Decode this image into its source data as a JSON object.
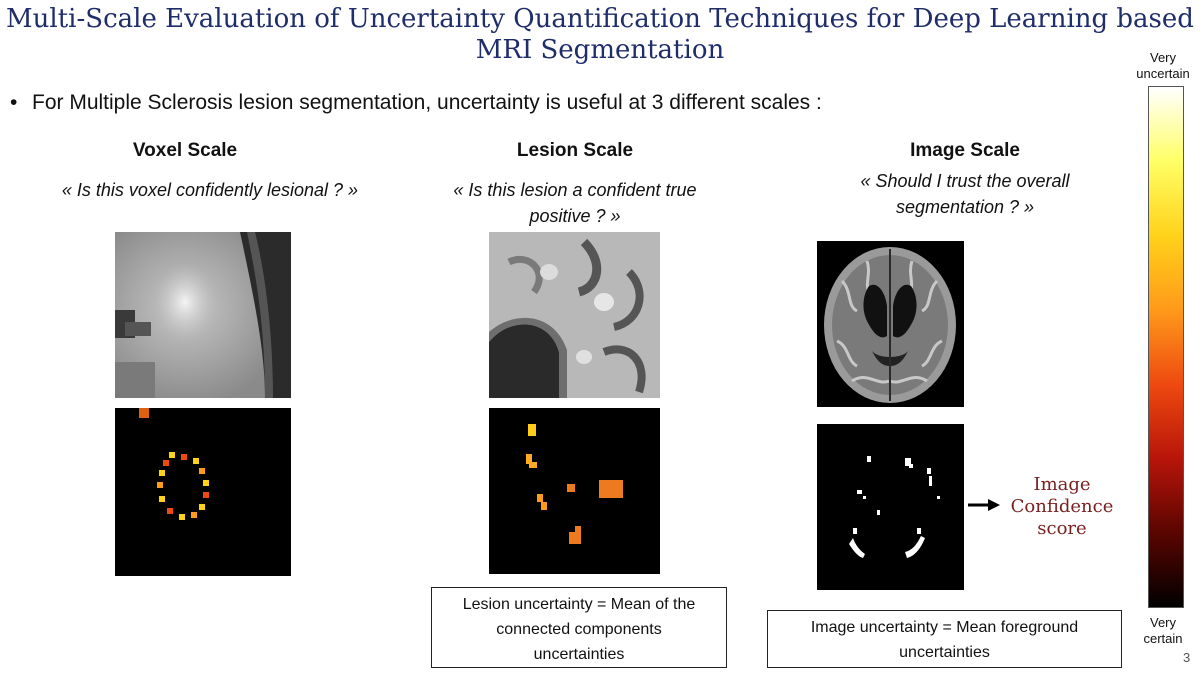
{
  "slide": {
    "title_line1": "Multi-Scale Evaluation of Uncertainty Quantification Techniques for Deep Learning based",
    "title_line2": "MRI Segmentation",
    "bullet": "For Multiple Sclerosis lesion segmentation, uncertainty is useful at 3 different scales :",
    "page_number": "3"
  },
  "columns": [
    {
      "heading": "Voxel Scale",
      "question": "« Is this voxel confidently lesional ? »"
    },
    {
      "heading": "Lesion Scale",
      "question_line1": "« Is this lesion a confident true",
      "question_line2": "positive ? »",
      "box_line1": "Lesion uncertainty = Mean of the",
      "box_line2": "connected components",
      "box_line3": "uncertainties"
    },
    {
      "heading": "Image Scale",
      "question_line1": "« Should I trust the overall",
      "question_line2": "segmentation  ? »",
      "box_line1": "Image uncertainty = Mean foreground",
      "box_line2": "uncertainties",
      "confidence_line1": "Image",
      "confidence_line2": "Confidence",
      "confidence_line3": "score"
    }
  ],
  "colorbar": {
    "top_line1": "Very",
    "top_line2": "uncertain",
    "bottom_line1": "Very",
    "bottom_line2": "certain",
    "colors": [
      "#ffffff",
      "#ffff66",
      "#ffd21a",
      "#ff9a1a",
      "#ee4a10",
      "#b8150a",
      "#5a0500",
      "#000000"
    ]
  },
  "accent_colors": {
    "title": "#1f2d6b",
    "confidence_text": "#7a1f1f"
  }
}
